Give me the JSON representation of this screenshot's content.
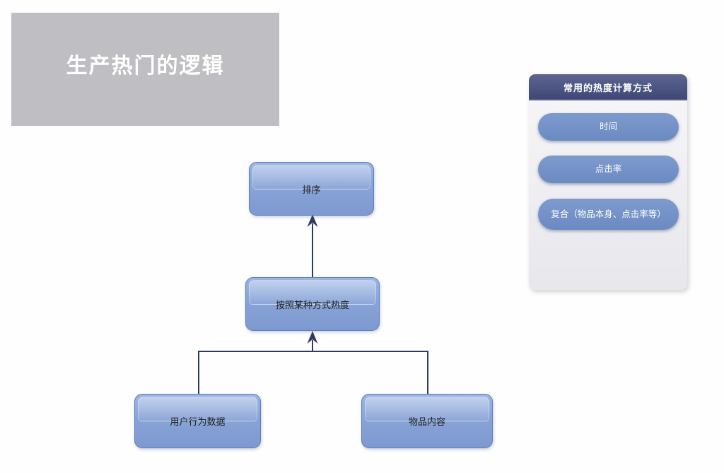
{
  "title": {
    "label": "生产热门的逻辑"
  },
  "flowchart": {
    "nodes": [
      {
        "id": "sort",
        "label": "排序"
      },
      {
        "id": "heat-method",
        "label": "按照某种方式热度"
      },
      {
        "id": "user-behavior",
        "label": "用户行为数据"
      },
      {
        "id": "item-content",
        "label": "物品内容"
      }
    ],
    "edges": [
      {
        "from": "heat-method",
        "to": "sort",
        "style": "arrow-up"
      },
      {
        "from": "user-behavior",
        "to": "heat-method",
        "style": "elbow-arrow-up"
      },
      {
        "from": "item-content",
        "to": "heat-method",
        "style": "elbow-arrow-up"
      }
    ]
  },
  "panel": {
    "header": "常用的热度计算方式",
    "items": [
      {
        "label": "时间"
      },
      {
        "label": "点击率"
      },
      {
        "label": "复合（物品本身、点击率等）"
      }
    ]
  },
  "colors": {
    "title_bg": "#bfbfc3",
    "node_fill_top": "#9db6e2",
    "node_fill_bottom": "#7d99cf",
    "node_border": "#5c7ec0",
    "connector": "#2e3a5e",
    "panel_header_top": "#5c6590",
    "panel_header_bottom": "#3f4875",
    "pill_top": "#7e9bce",
    "pill_bottom": "#6b8ac2"
  }
}
